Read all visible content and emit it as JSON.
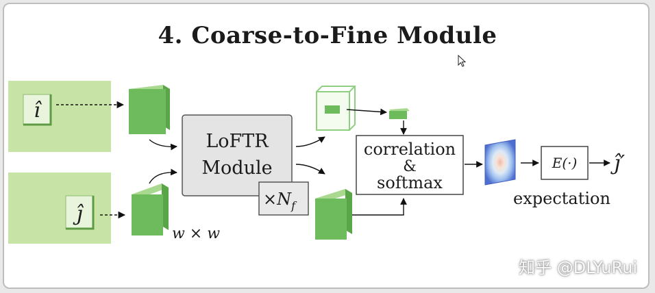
{
  "title": "4. Coarse-to-Fine Module",
  "input_i": "î",
  "input_j": "ĵ",
  "loftr_line1": "LoFTR",
  "loftr_line2": "Module",
  "repeat_label": "×N",
  "repeat_subscript": "f",
  "window_label": "w × w",
  "correlation_line1": "correlation",
  "correlation_line2": "&",
  "correlation_line3": "softmax",
  "expectation_op": "E(·)",
  "expectation_label": "expectation",
  "output_label": "ĵ′",
  "watermark": "知乎 @DLYuRui",
  "colors": {
    "patch_bg": "#c7e3a6",
    "feature_green": "#6dbb5c",
    "box_gray": "#e4e4e4",
    "heatmap_blue": "#4f6fd0"
  }
}
